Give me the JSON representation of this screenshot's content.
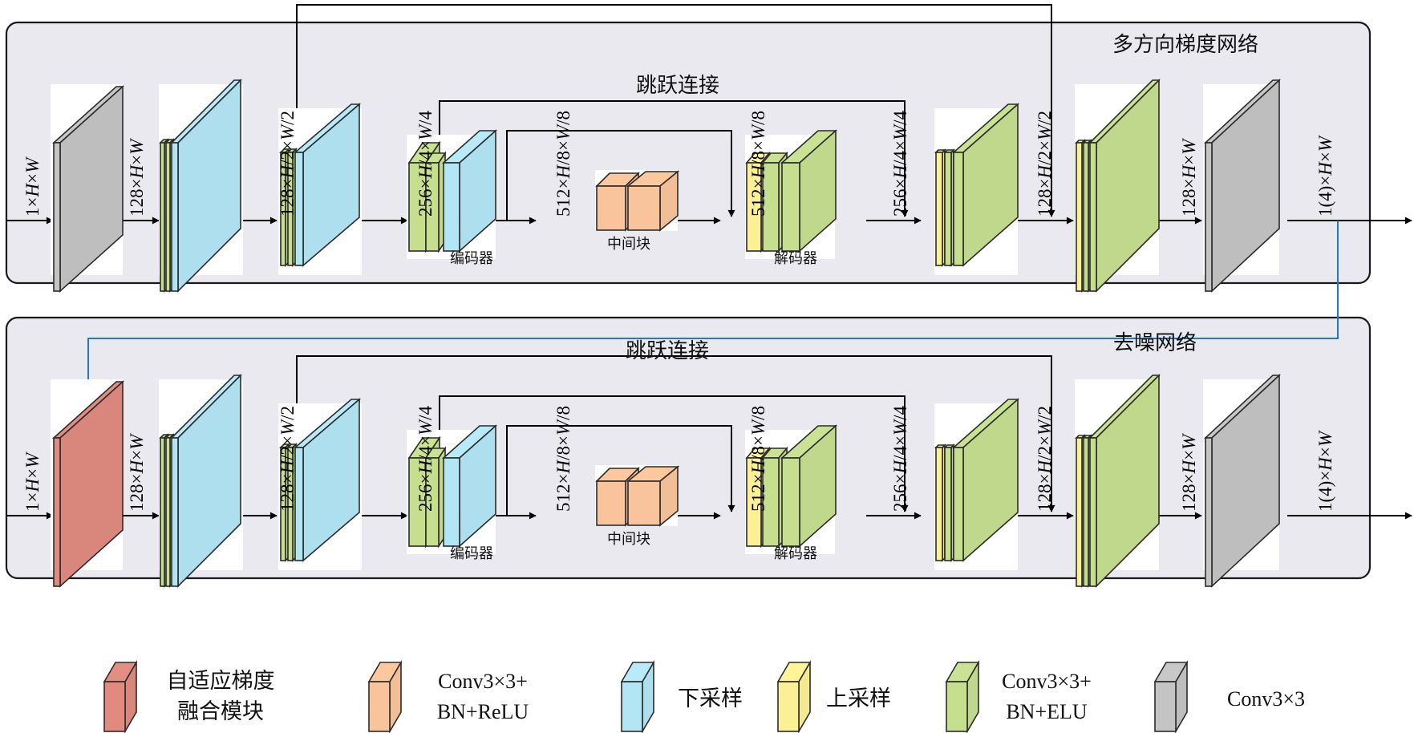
{
  "colors": {
    "panel_bg": "#ebe9f0",
    "adaptive_fusion": "#e08a80",
    "conv_bn_relu": "#f9c49b",
    "downsample": "#b3e6f5",
    "upsample": "#fbf095",
    "conv_bn_elu": "#c6df8f",
    "conv3x3": "#c4c4c4",
    "feedback_line": "#1f78c8"
  },
  "networks": [
    {
      "id": "multi-direction-gradient",
      "title": "多方向梯度网络",
      "skip_label": "跳跃连接",
      "encoder_label": "编码器",
      "middle_label": "中间块",
      "decoder_label": "解码器",
      "first_block": "conv3x3",
      "dims": {
        "input": [
          "1×",
          "H",
          "×",
          "W"
        ],
        "after_first": [
          "128×",
          "H",
          "×",
          "W"
        ],
        "down1": [
          "128×",
          "H",
          "/2×",
          "W",
          "/2"
        ],
        "down2": [
          "256×",
          "H",
          "/4×",
          "W",
          "/4"
        ],
        "down3": [
          "512×",
          "H",
          "/8×",
          "W",
          "/8"
        ],
        "mid_out": [
          "512×",
          "H",
          "/8×",
          "W",
          "/8"
        ],
        "up1": [
          "256×",
          "H",
          "/4×",
          "W",
          "/4"
        ],
        "up2": [
          "128×",
          "H",
          "/2×",
          "W",
          "/2"
        ],
        "up3": [
          "128×",
          "H",
          "×",
          "W"
        ],
        "output": [
          "1(4)×",
          "H",
          "×",
          "W"
        ]
      }
    },
    {
      "id": "denoising",
      "title": "去噪网络",
      "skip_label": "跳跃连接",
      "encoder_label": "编码器",
      "middle_label": "中间块",
      "decoder_label": "解码器",
      "first_block": "adaptive_fusion",
      "dims": {
        "input": [
          "1×",
          "H",
          "×",
          "W"
        ],
        "after_first": [
          "128×",
          "H",
          "×",
          "W"
        ],
        "down1": [
          "128×",
          "H",
          "/2×",
          "W",
          "/2"
        ],
        "down2": [
          "256×",
          "H",
          "/4×",
          "W",
          "/4"
        ],
        "down3": [
          "512×",
          "H",
          "/8×",
          "W",
          "/8"
        ],
        "mid_out": [
          "512×",
          "H",
          "/8×",
          "W",
          "/8"
        ],
        "up1": [
          "256×",
          "H",
          "/4×",
          "W",
          "/4"
        ],
        "up2": [
          "128×",
          "H",
          "/2×",
          "W",
          "/2"
        ],
        "up3": [
          "128×",
          "H",
          "×",
          "W"
        ],
        "output": [
          "1(4)×",
          "H",
          "×",
          "W"
        ]
      }
    }
  ],
  "legend": [
    {
      "key": "adaptive_fusion",
      "lines": [
        "自适应梯度",
        "融合模块"
      ],
      "lang": "cn"
    },
    {
      "key": "conv_bn_relu",
      "lines": [
        "Conv3×3+",
        "BN+ReLU"
      ],
      "lang": "en"
    },
    {
      "key": "downsample",
      "lines": [
        "下采样"
      ],
      "lang": "cn"
    },
    {
      "key": "upsample",
      "lines": [
        "上采样"
      ],
      "lang": "cn"
    },
    {
      "key": "conv_bn_elu",
      "lines": [
        "Conv3×3+",
        "BN+ELU"
      ],
      "lang": "en"
    },
    {
      "key": "conv3x3",
      "lines": [
        "Conv3×3"
      ],
      "lang": "en"
    }
  ]
}
